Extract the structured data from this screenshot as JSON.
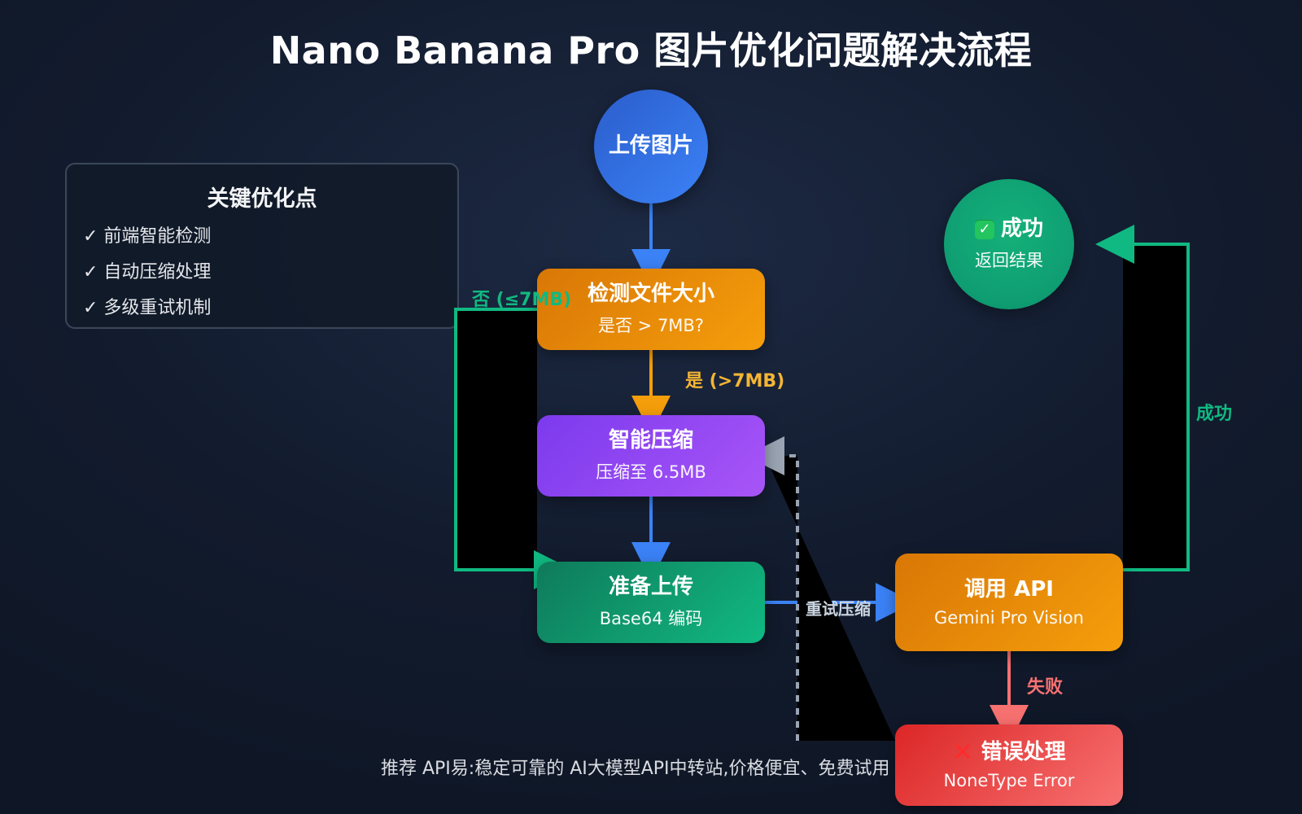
{
  "title": "Nano Banana Pro 图片优化问题解决流程",
  "panel": {
    "title": "关键优化点",
    "items": [
      "✓ 前端智能检测",
      "✓ 自动压缩处理",
      "✓ 多级重试机制"
    ]
  },
  "nodes": {
    "upload": {
      "title": "上传图片"
    },
    "detect": {
      "title": "检测文件大小",
      "subtitle": "是否 > 7MB?"
    },
    "compress": {
      "title": "智能压缩",
      "subtitle": "压缩至 6.5MB"
    },
    "prepare": {
      "title": "准备上传",
      "subtitle": "Base64 编码"
    },
    "api": {
      "title": "调用 API",
      "subtitle": "Gemini Pro Vision"
    },
    "error": {
      "title": "错误处理",
      "subtitle": "NoneType Error"
    },
    "success": {
      "title": "成功",
      "subtitle": "返回结果"
    }
  },
  "labels": {
    "yes": "是 (>7MB)",
    "no": "否 (≤7MB)",
    "success": "成功",
    "fail": "失败",
    "retry": "重试压缩"
  },
  "footer": "推荐 API易:稳定可靠的 AI大模型API中转站,价格便宜、免费试用",
  "colors": {
    "blue": "#3b82f6",
    "orange": "#f59e0b",
    "purple": "#a855f7",
    "green": "#10b981",
    "red": "#ef4444",
    "gray_dash": "#9aa4b2"
  },
  "icons": {
    "check": "✓",
    "success": "✓",
    "cross": "✕"
  }
}
